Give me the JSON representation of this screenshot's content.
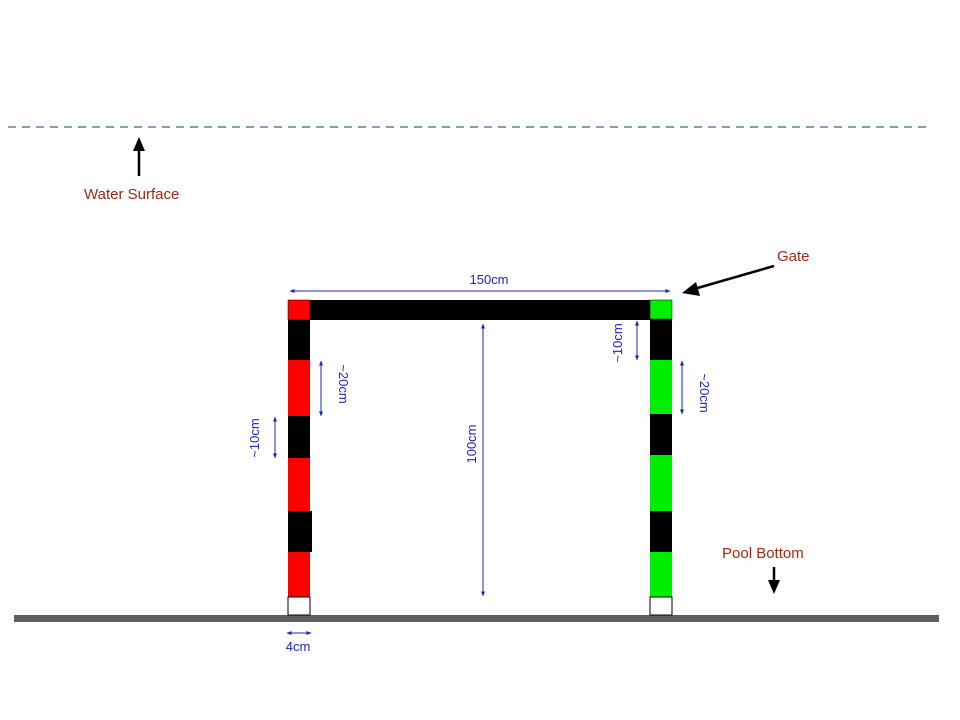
{
  "labels": {
    "water_surface": "Water Surface",
    "gate": "Gate",
    "pool_bottom": "Pool Bottom"
  },
  "dimensions": {
    "width": "150cm",
    "height": "100cm",
    "pole_width": "4cm",
    "left_black_band": "~10cm",
    "left_red_band": "~20cm",
    "right_black_band": "~10cm",
    "right_green_band": "~20cm"
  },
  "colors": {
    "red": "#ff0000",
    "green": "#00ee00",
    "black": "#000000",
    "base_white": "#ffffff",
    "floor": "#606060",
    "water_line": "#4f8a9a",
    "label_text": "#9b2a12",
    "dimension": "#1f26b8"
  }
}
